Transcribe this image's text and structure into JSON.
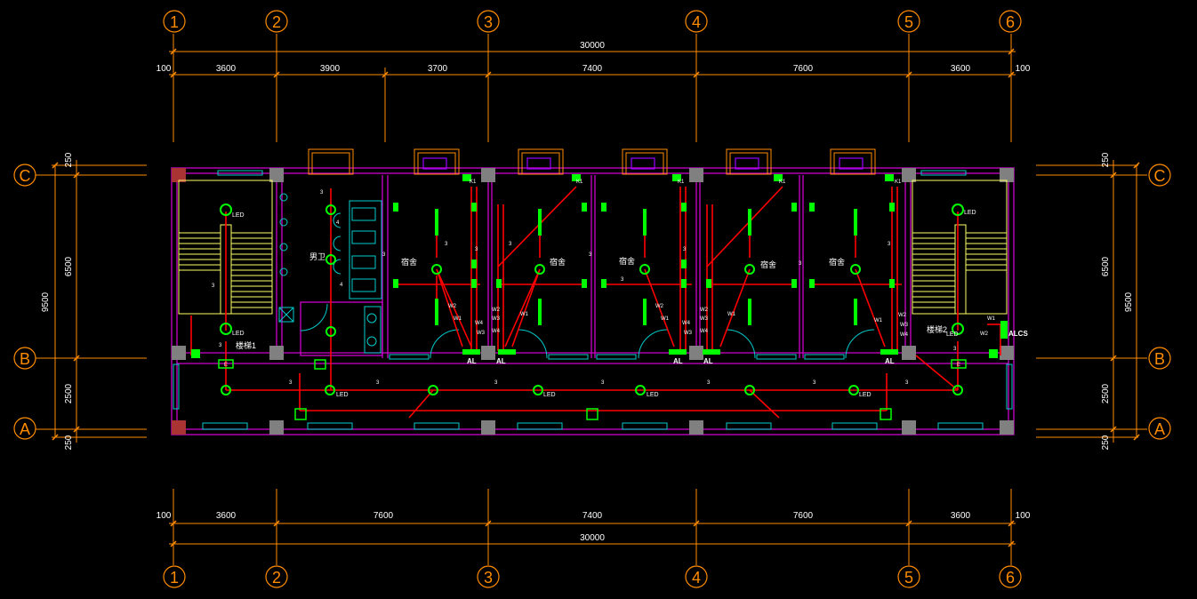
{
  "colors": {
    "background": "#000000",
    "dimension": "#ff8c00",
    "wall": "#cc00cc",
    "wiring": "#ff0000",
    "fixture": "#00ff00",
    "window": "#00cccc",
    "stair": "#ffff66",
    "column": "#808080",
    "text": "#ffffff",
    "toilet": "#00cccc",
    "ac_unit": "#9900ff"
  },
  "grid": {
    "top_bubbles": [
      "1",
      "2",
      "3",
      "4",
      "5",
      "6"
    ],
    "bottom_bubbles": [
      "1",
      "2",
      "3",
      "4",
      "5",
      "6"
    ],
    "left_bubbles": [
      "C",
      "B",
      "A"
    ],
    "right_bubbles": [
      "C",
      "B",
      "A"
    ]
  },
  "dimensions": {
    "top_total": "30000",
    "top_segments": [
      "100",
      "3600",
      "3900",
      "3700",
      "7400",
      "7600",
      "3600",
      "100"
    ],
    "bottom_total": "30000",
    "bottom_segments": [
      "100",
      "3600",
      "7600",
      "7400",
      "7600",
      "3600",
      "100"
    ],
    "left_total": "9500",
    "left_segments": [
      "250",
      "6500",
      "2500",
      "250"
    ],
    "right_total": "9500",
    "right_segments": [
      "250",
      "6500",
      "2500",
      "250"
    ]
  },
  "labels": {
    "led": "LED",
    "dorm": "宿舍",
    "washroom": "男卫",
    "stair1": "楼梯1",
    "stair2": "楼梯2",
    "panel_al": "AL",
    "panel_alcs": "ALCS",
    "exit": "E",
    "circuit_w1": "W1",
    "circuit_w2": "W2",
    "circuit_w3": "W3",
    "circuit_w4": "W4",
    "k1": "K1",
    "wire_count": "3",
    "wire_count_4": "4"
  }
}
